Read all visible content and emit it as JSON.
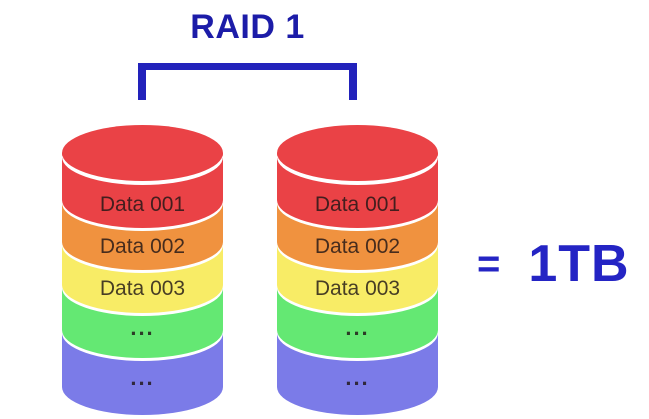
{
  "title": "RAID 1",
  "capacity": {
    "equals_sign": "=",
    "value": "1TB"
  },
  "colors": {
    "title_blue": "#1c1ca8",
    "bracket_blue": "#2222bb",
    "capacity_blue": "#2424c4",
    "segment_red": "#ea4246",
    "segment_orange": "#f0923f",
    "segment_yellow": "#f8ec66",
    "segment_green": "#64e873",
    "segment_blue": "#7b7be8"
  },
  "disks": [
    {
      "name": "disk-1",
      "segments": [
        {
          "label": "Data 001",
          "color": "#ea4246"
        },
        {
          "label": "Data 002",
          "color": "#f0923f"
        },
        {
          "label": "Data 003",
          "color": "#f8ec66"
        },
        {
          "label": "...",
          "color": "#64e873"
        },
        {
          "label": "...",
          "color": "#7b7be8"
        }
      ]
    },
    {
      "name": "disk-2",
      "segments": [
        {
          "label": "Data 001",
          "color": "#ea4246"
        },
        {
          "label": "Data 002",
          "color": "#f0923f"
        },
        {
          "label": "Data 003",
          "color": "#f8ec66"
        },
        {
          "label": "...",
          "color": "#64e873"
        },
        {
          "label": "...",
          "color": "#7b7be8"
        }
      ]
    }
  ]
}
